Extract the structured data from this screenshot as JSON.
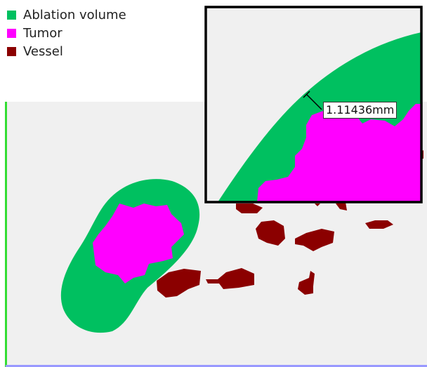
{
  "legend": {
    "items": [
      {
        "label": "Ablation volume",
        "color": "#00c060"
      },
      {
        "label": "Tumor",
        "color": "#ff00ff"
      },
      {
        "label": "Vessel",
        "color": "#8b0000"
      }
    ]
  },
  "inset": {
    "measurement_label": "1.11436mm",
    "border_color": "#000000"
  },
  "colors": {
    "ablation": "#00c060",
    "tumor": "#ff00ff",
    "vessel": "#8b0000",
    "background": "#f0f0f0",
    "left_edge_line": "#33dd33",
    "bottom_edge_line": "#9999ff"
  }
}
